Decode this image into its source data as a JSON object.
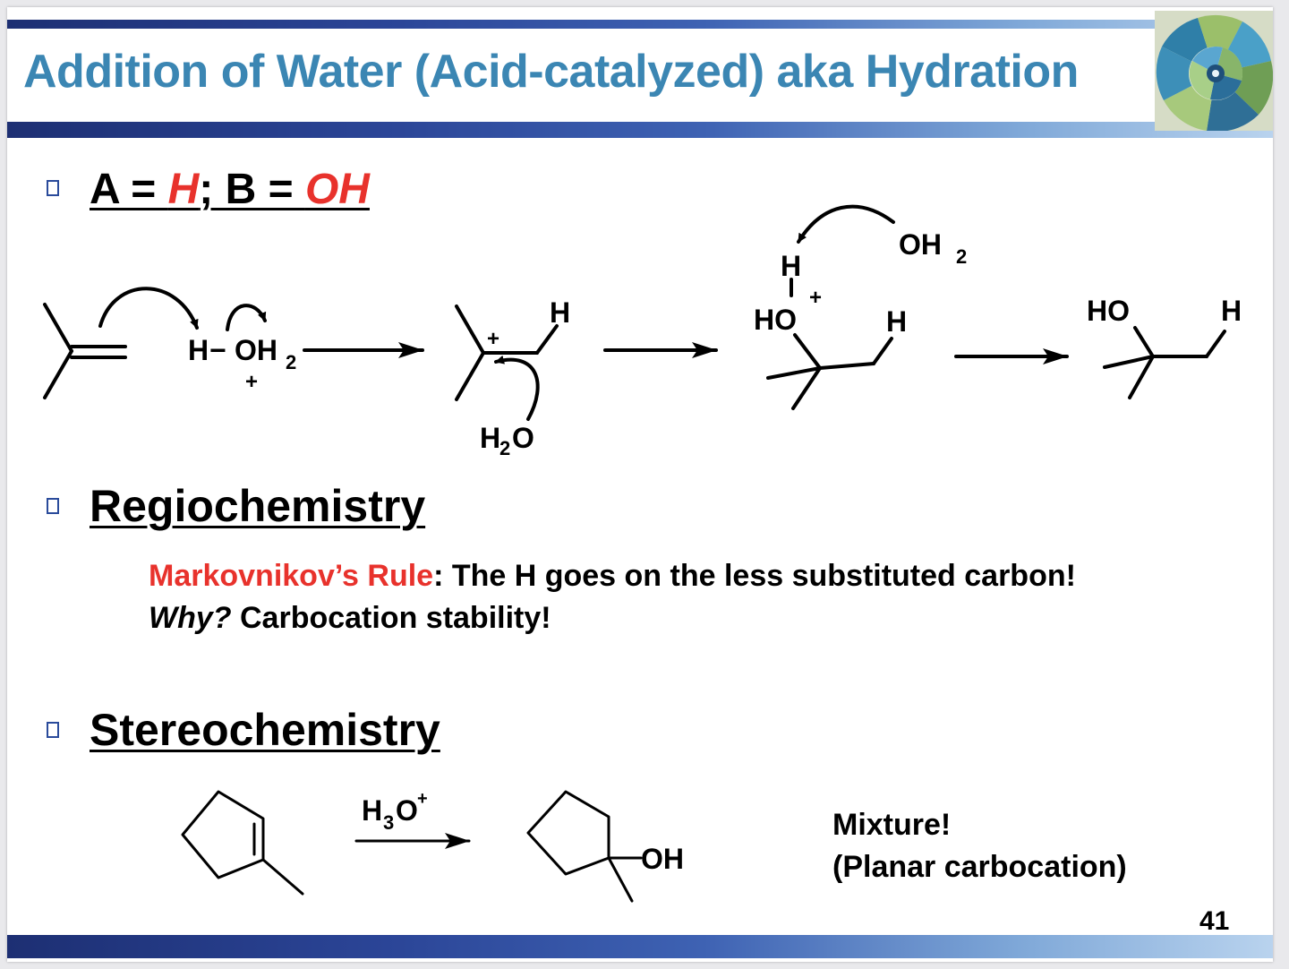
{
  "slide": {
    "title": "Addition of Water (Acid-catalyzed) aka Hydration",
    "page_number": "41",
    "accent_color": "#3b86b3",
    "highlight_color": "#e8322c"
  },
  "bullets": {
    "b1": {
      "a_prefix": "A = ",
      "a_value": "H",
      "sep": "; B = ",
      "b_value": "OH"
    },
    "regio": {
      "heading": "Regiochemistry"
    },
    "stereo": {
      "heading": "Stereochemistry"
    }
  },
  "regiochemistry": {
    "rule_name": "Markovnikov’s Rule",
    "rule_text": ": The H goes on the less substituted carbon!",
    "why_label": "Why?",
    "why_text": " Carbocation stability!"
  },
  "mechanism": {
    "reagent_h": "H",
    "reagent_dash": "−",
    "reagent_oh": "OH",
    "sub2": "2",
    "plus": "+",
    "h": "H",
    "water_h": "H",
    "water_o": "O",
    "oh2_o": "OH",
    "ho": "HO",
    "ho_final": "HO"
  },
  "stereochemistry": {
    "reagent_main": "H",
    "reagent_sub": "3",
    "reagent_o": "O",
    "reagent_sup": "+",
    "product_group": "OH",
    "note_line1": "Mixture!",
    "note_line2": "(Planar carbocation)"
  }
}
